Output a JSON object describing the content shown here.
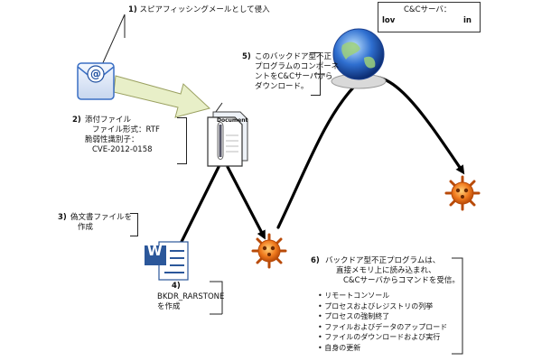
{
  "steps": {
    "s1": {
      "num": "1)",
      "text": "スピアフィッシングメールとして侵入"
    },
    "s2": {
      "num": "2)",
      "lines": [
        "添付ファイル",
        "ファイル形式：RTF",
        "脆弱性識別子：",
        "CVE-2012-0158"
      ]
    },
    "s3": {
      "num": "3)",
      "lines": [
        "偽文書ファイルを",
        "作成"
      ]
    },
    "s4": {
      "num": "4)",
      "lines": [
        "BKDR_RARSTONE",
        "を作成"
      ]
    },
    "s5": {
      "num": "5)",
      "lines": [
        "このバックドア型不正",
        "プログラムのコンポーネ",
        "ントをC&Cサーバから",
        "ダウンロード。"
      ]
    },
    "s6": {
      "num": "6)",
      "lines": [
        "バックドア型不正プログラムは、",
        "直接メモリ上に読み込まれ、",
        "C&Cサーバからコマンドを受信。"
      ]
    }
  },
  "cc_server": {
    "title": "C&Cサーバ：",
    "address_prefix": "lov",
    "address_suffix": "in"
  },
  "document_icon": {
    "label": "Document"
  },
  "word_icon": {
    "letter": "W"
  },
  "features": [
    "リモートコンソール",
    "プロセスおよびレジストリの列挙",
    "プロセスの強制終了",
    "ファイルおよびデータのアップロード",
    "ファイルのダウンロードおよび実行",
    "自身の更新"
  ],
  "colors": {
    "arrow": "#000000",
    "malware": "#f07a1e",
    "globe": "#2f6fd0",
    "word": "#2b579a",
    "mail": "#3a6fc4",
    "hollow_arrow": "#e8efc8"
  }
}
